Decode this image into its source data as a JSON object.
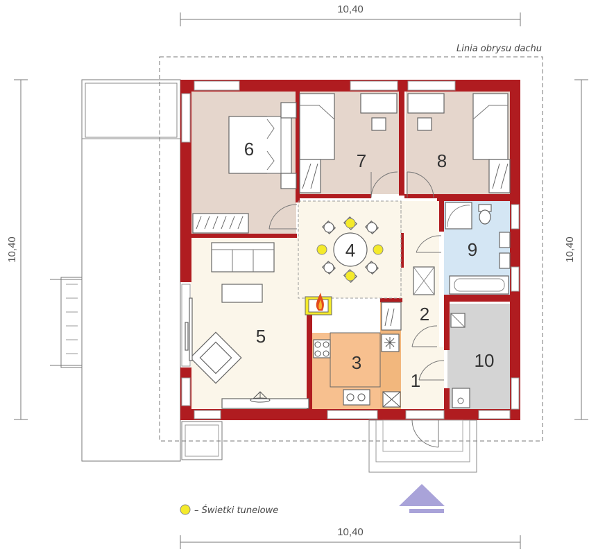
{
  "dimensions": {
    "top": "10,40",
    "bottom": "10,40",
    "left": "10,40",
    "right": "10,40"
  },
  "roof_outline_label": "Linia obrysu dachu",
  "legend": {
    "marker": "yellow-circle",
    "text": "– Świetki tunelowe"
  },
  "rooms": [
    "1",
    "2",
    "3",
    "4",
    "5",
    "6",
    "7",
    "8",
    "9",
    "10"
  ],
  "colors": {
    "wall": "#b01c20",
    "bedroom_floor": "#e5d6cc",
    "living_floor": "#fbf6ea",
    "kitchen_floor": "#f7c08f",
    "bath_floor": "#d4e6f4",
    "utility_floor": "#d4d4d4",
    "skylight": "#f4ea2a",
    "entrance_arrow": "#a9a3d9"
  }
}
